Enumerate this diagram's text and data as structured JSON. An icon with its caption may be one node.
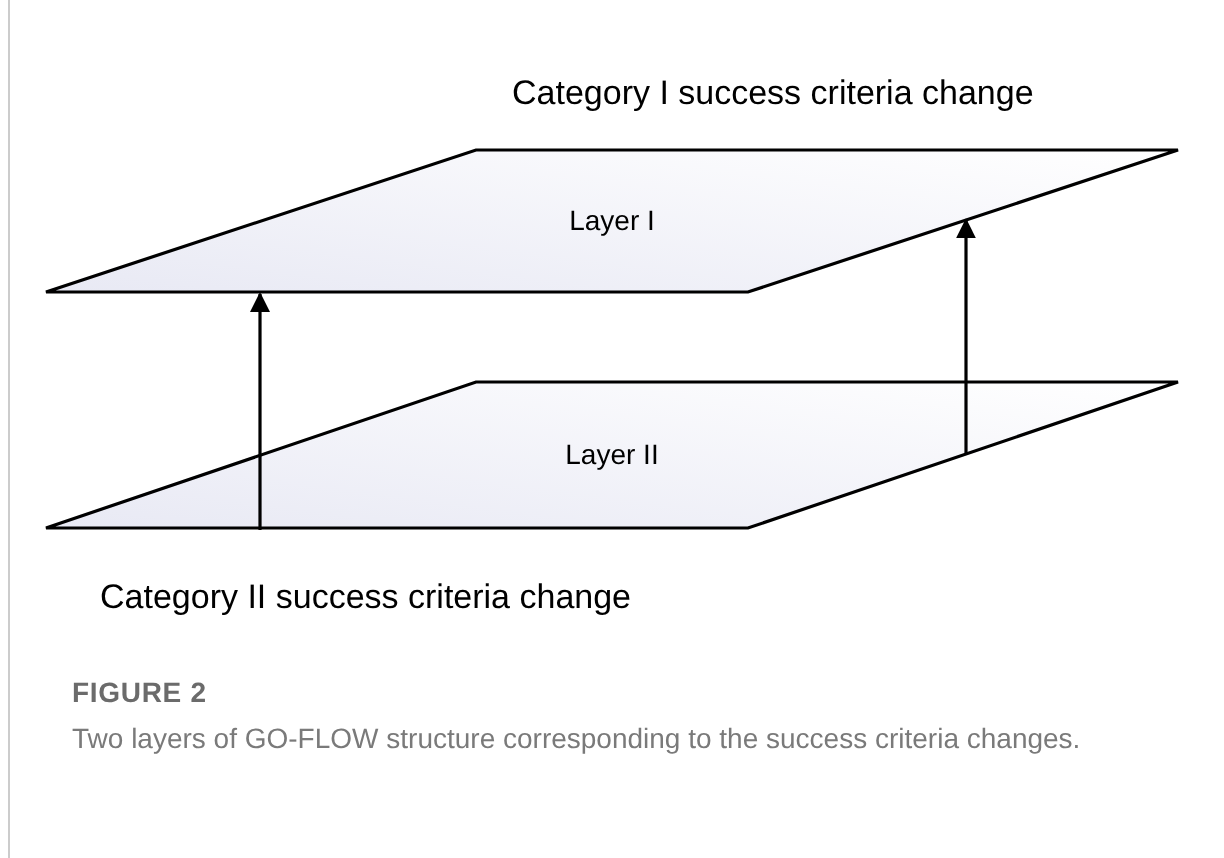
{
  "diagram": {
    "title": "FIGURE 2",
    "caption": "Two layers of GO-FLOW structure corresponding to the success criteria changes.",
    "nodes": [
      {
        "text": [
          "Layer I"
        ]
      },
      {
        "text": [
          "Layer II"
        ]
      }
    ],
    "edges": [
      {
        "from": 1,
        "to": 0,
        "arrow": "to"
      },
      {
        "from": 1,
        "to": 0,
        "arrow": "to"
      }
    ],
    "labels": [
      "Category I success criteria change",
      "Category II success criteria change"
    ]
  }
}
